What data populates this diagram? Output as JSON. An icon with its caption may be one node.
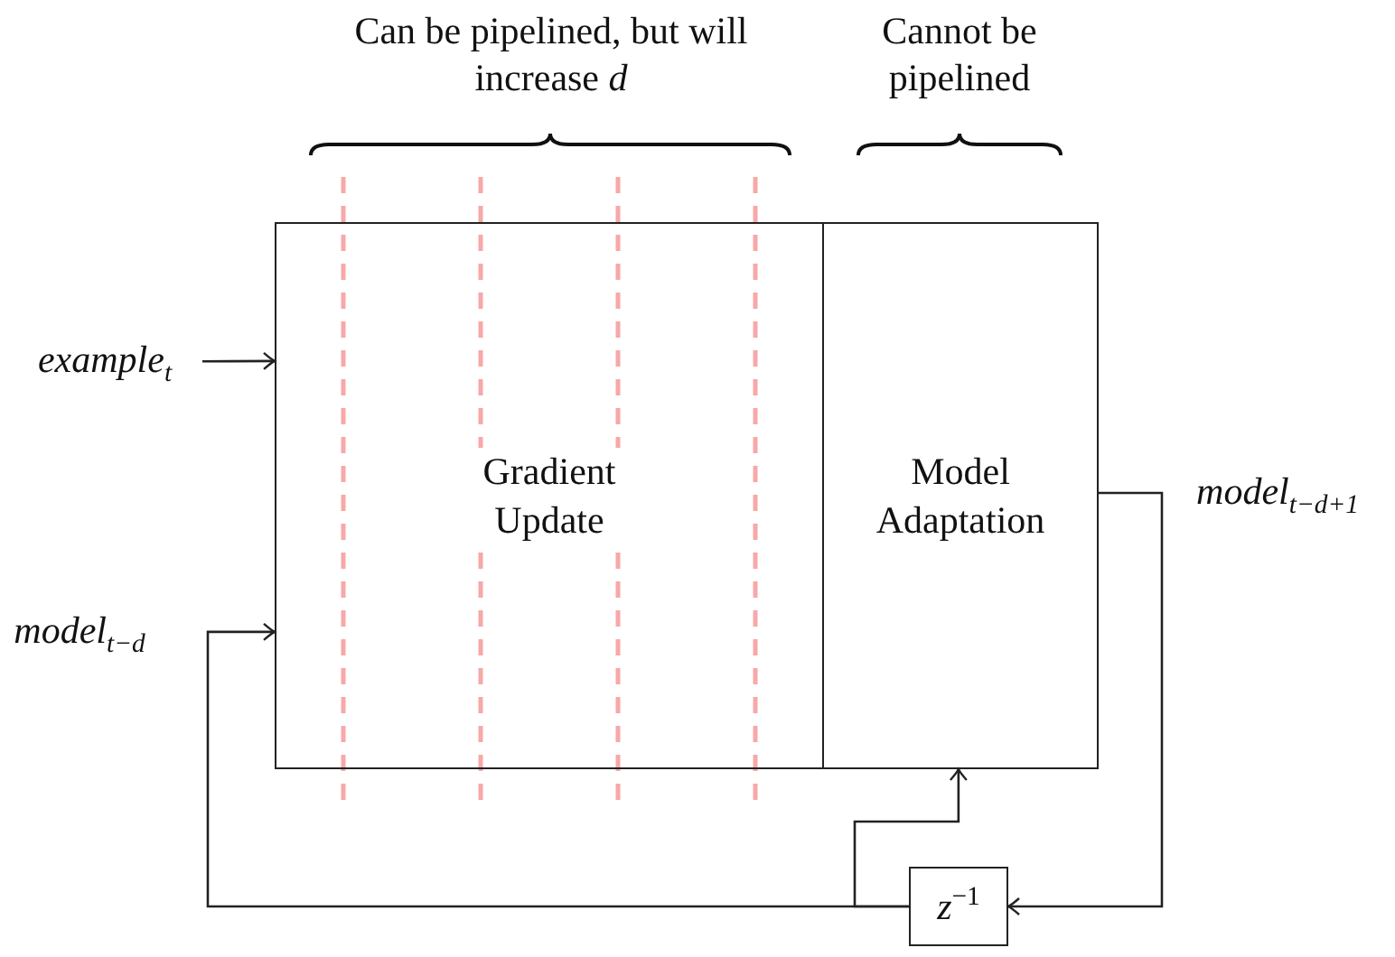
{
  "diagram": {
    "nodes": [
      {
        "text": [
          "Gradient Update"
        ]
      },
      {
        "text": [
          "Model Adaptation"
        ]
      },
      {
        "text": [
          "*z*$^{−1}$"
        ]
      },
      {
        "text": [
          "*example*$_{t}$"
        ]
      },
      {
        "text": [
          "*model*$_{t−d}$"
        ]
      },
      {
        "text": [
          "*model*$_{t−d+1}$"
        ]
      }
    ],
    "edges": [
      {
        "from": 3,
        "to": 0,
        "arrow": "to"
      },
      {
        "from": 1,
        "to": 2,
        "arrow": "to"
      },
      {
        "from": 2,
        "to": 0,
        "arrow": "to"
      },
      {
        "from": 2,
        "to": 1,
        "arrow": "to"
      }
    ],
    "labels": [
      "Can be pipelined, but will increase *d*",
      "Cannot be pipelined"
    ]
  }
}
